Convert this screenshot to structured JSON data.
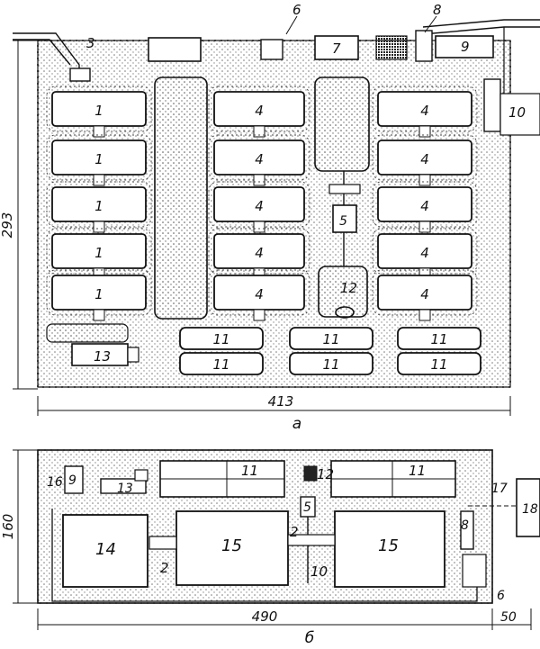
{
  "plan_a": {
    "caption": "а",
    "width_dim": "413",
    "height_dim": "293",
    "labels": {
      "l1": "1",
      "l3": "3",
      "l4": "4",
      "l5": "5",
      "l6": "6",
      "l7": "7",
      "l8": "8",
      "l9": "9",
      "l10": "10",
      "l11": "11",
      "l12": "12",
      "l13": "13"
    }
  },
  "plan_b": {
    "caption": "б",
    "width_dim": "490",
    "ext_dim": "50",
    "height_dim": "160",
    "labels": {
      "l2": "2",
      "l5": "5",
      "l6": "6",
      "l8": "8",
      "l9": "9",
      "l10": "10",
      "l11": "11",
      "l12": "12",
      "l13": "13",
      "l14": "14",
      "l15": "15",
      "l16": "16",
      "l17": "17",
      "l18": "18"
    }
  },
  "colors": {
    "ink": "#111111",
    "fill": "#ffffff",
    "stipple": "#999999",
    "paper": "#ffffff"
  }
}
